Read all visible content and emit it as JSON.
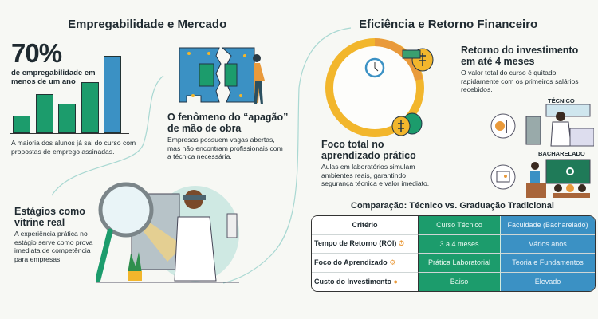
{
  "left": {
    "title": "Empregabilidade e Mercado",
    "stat": "70%",
    "stat_label": "de empregabilidade em menos de um ano",
    "caption": "A maioria dos alunos já sai do curso com propostas de emprego assinadas.",
    "bars": [
      0.23,
      0.51,
      0.38,
      0.66,
      1.0
    ],
    "shortage_title": "O fenômeno do “apagão” de mão de obra",
    "shortage_text": "Empresas possuem vagas abertas, mas não encontram profissionais com a técnica necessária.",
    "intern_title": "Estágios como vitrine real",
    "intern_text": "A experiência prática no estágio serve como prova imediata de competência para empresas."
  },
  "right": {
    "title": "Eficiência e Retorno Financeiro",
    "roi_title": "Retorno do investimento em até 4 meses",
    "roi_text": "O valor total do curso é quitado rapidamente com os primeiros salários recebidos.",
    "tecnico_label": "TÉCNICO",
    "bacharelado_label": "BACHARELADO",
    "focus_title": "Foco total no aprendizado prático",
    "focus_text": "Aulas em laboratórios simulam ambientes reais, garantindo segurança técnica e valor imediato."
  },
  "table": {
    "title": "Comparação: Técnico vs. Graduação Tradicional",
    "headers": [
      "Critério",
      "Curso Técnico",
      "Faculdade (Bacharelado)"
    ],
    "rows": [
      {
        "criterion": "Tempo de Retorno (ROI)",
        "icon": "stopwatch-icon",
        "tecnico": "3 a 4 meses",
        "faculdade": "Vários anos"
      },
      {
        "criterion": "Foco do Aprendizado",
        "icon": "brain-wrench-icon",
        "tecnico": "Prática Laboratorial",
        "faculdade": "Teoria e Fundamentos"
      },
      {
        "criterion": "Custo do Investimento",
        "icon": "coins-icon",
        "tecnico": "Baiso",
        "faculdade": "Elevado"
      }
    ]
  },
  "colors": {
    "green": "#1c9c6c",
    "blue": "#3b91c4",
    "yellow": "#f2b62c",
    "orange": "#e99a3b"
  }
}
